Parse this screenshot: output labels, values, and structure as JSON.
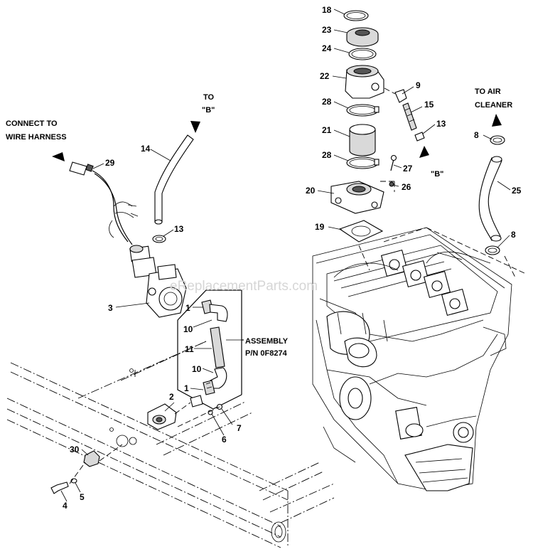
{
  "diagram": {
    "watermark": "eReplacementParts.com",
    "callouts": {
      "c18": "18",
      "c23": "23",
      "c24": "24",
      "c22": "22",
      "c9": "9",
      "c28a": "28",
      "c15": "15",
      "c21": "21",
      "c13a": "13",
      "c28b": "28",
      "c27": "27",
      "c26": "26",
      "c20": "20",
      "c19": "19",
      "c8a": "8",
      "c25": "25",
      "c8b": "8",
      "c14": "14",
      "c29": "29",
      "c13b": "13",
      "c3": "3",
      "c1a": "1",
      "c10a": "10",
      "c11": "11",
      "c10b": "10",
      "c1b": "1",
      "c2": "2",
      "c7": "7",
      "c6": "6",
      "c30": "30",
      "c5": "5",
      "c4": "4"
    },
    "labels": {
      "to_b_line1": "TO",
      "to_b_line2": "\"B\"",
      "connect_line1": "CONNECT TO",
      "connect_line2": "WIRE HARNESS",
      "air_line1": "TO AIR",
      "air_line2": "CLEANER",
      "b_ref": "\"B\"",
      "assembly_line1": "ASSEMBLY",
      "assembly_line2": "P/N 0F8274"
    }
  }
}
